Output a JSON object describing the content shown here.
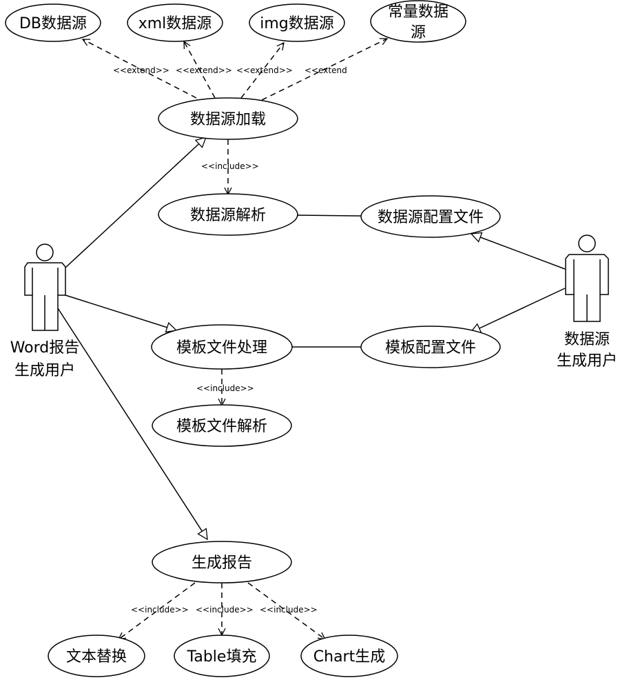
{
  "actors": {
    "word_user": {
      "line1": "Word报告",
      "line2": "生成用户"
    },
    "ds_user": {
      "line1": "数据源",
      "line2": "生成用户"
    }
  },
  "use_cases": {
    "db_source": "DB数据源",
    "xml_source": "xml数据源",
    "img_source": "img数据源",
    "const_source_line1": "常量数据",
    "const_source_line2": "源",
    "ds_load": "数据源加载",
    "ds_parse": "数据源解析",
    "ds_config": "数据源配置文件",
    "tpl_process": "模板文件处理",
    "tpl_config": "模板配置文件",
    "tpl_parse": "模板文件解析",
    "gen_report": "生成报告",
    "text_replace": "文本替换",
    "table_fill": "Table填充",
    "chart_gen": "Chart生成"
  },
  "stereotypes": {
    "extend_db": "<<extend>>",
    "extend_xml": "<<extend>>",
    "extend_img": "<<extend>>",
    "extend_const": "<<extend",
    "include_load": "<<include>>",
    "include_tpl": "<<include>>",
    "include_text": "<<include>>",
    "include_table": "<<include>>",
    "include_chart": "<<include>>"
  }
}
